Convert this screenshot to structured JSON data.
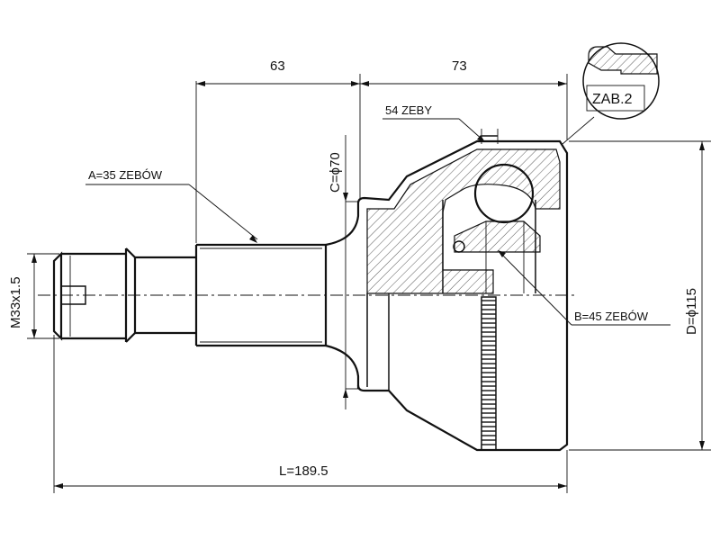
{
  "dimensions": {
    "top_left": "63",
    "top_right": "73",
    "total_length": "L=189.5",
    "diameter_inner": "C=ϕ70",
    "diameter_outer": "D=ϕ115",
    "thread": "M33x1.5"
  },
  "callouts": {
    "spline_outer": "A=35 ZEBÓW",
    "abs_ring": "54 ZEBY",
    "spline_inner": "B=45 ZEBÓW",
    "detail": "ZAB.2"
  },
  "colors": {
    "line": "#111111",
    "background": "#ffffff"
  }
}
